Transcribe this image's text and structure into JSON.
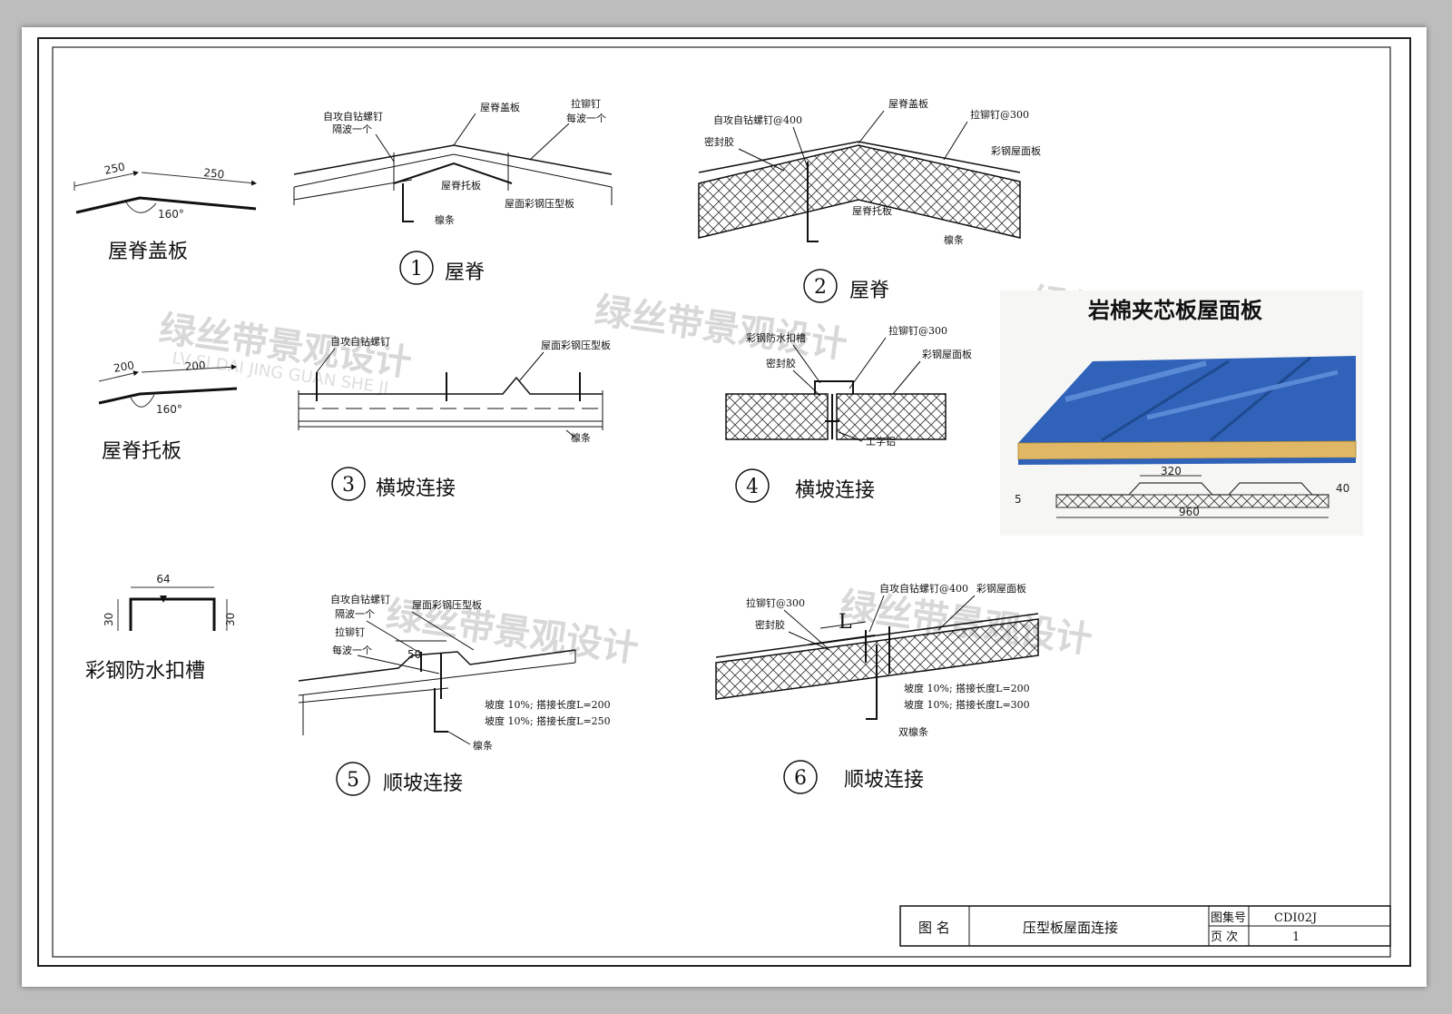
{
  "sheet": {
    "watermark": "绿丝带景观设计",
    "watermark_sub": "LV SI DAI JING GUAN SHE JI"
  },
  "parts": {
    "ridge_cover": {
      "label": "屋脊盖板",
      "dims": [
        "250",
        "250"
      ],
      "angle": "160°"
    },
    "ridge_support": {
      "label": "屋脊托板",
      "dims": [
        "200",
        "200"
      ],
      "angle": "160°"
    },
    "gutter": {
      "label": "彩钢防水扣槽",
      "width": "64",
      "height_left": "30",
      "height_right": "30"
    }
  },
  "details": [
    {
      "num": "1",
      "title": "屋脊",
      "notes": [
        "自攻自钻螺钉",
        "隔波一个",
        "屋脊盖板",
        "拉铆钉",
        "每波一个",
        "屋脊托板",
        "屋面彩钢压型板",
        "檩条"
      ]
    },
    {
      "num": "2",
      "title": "屋脊",
      "notes": [
        "自攻自钻螺钉@400",
        "屋脊盖板",
        "拉铆钉@300",
        "密封胶",
        "彩钢屋面板",
        "屋脊托板",
        "檩条"
      ]
    },
    {
      "num": "3",
      "title": "横坡连接",
      "notes": [
        "自攻自钻螺钉",
        "屋面彩钢压型板",
        "檩条"
      ]
    },
    {
      "num": "4",
      "title": "横坡连接",
      "notes": [
        "彩钢防水扣槽",
        "拉铆钉@300",
        "密封胶",
        "彩钢屋面板",
        "工字铝"
      ]
    },
    {
      "num": "5",
      "title": "顺坡连接",
      "notes": [
        "自攻自钻螺钉",
        "隔波一个",
        "屋面彩钢压型板",
        "拉铆钉",
        "每波一个",
        "50",
        "坡度   10%; 搭接长度L=200",
        "坡度   10%; 搭接长度L=250",
        "檩条"
      ]
    },
    {
      "num": "6",
      "title": "顺坡连接",
      "notes": [
        "自攻自钻螺钉@400",
        "彩钢屋面板",
        "拉铆钉@300",
        "密封胶",
        "L",
        "坡度   10%; 搭接长度L=200",
        "坡度   10%; 搭接长度L=300",
        "双檩条"
      ]
    }
  ],
  "photo": {
    "title": "岩棉夹芯板屋面板",
    "dims": [
      "320",
      "960",
      "40",
      "5"
    ],
    "colors": {
      "panel": "#2f62b8",
      "panel_light": "#5a8ad6",
      "core": "#e0b764"
    }
  },
  "title_block": {
    "name_label": "图 名",
    "name_value": "压型板屋面连接",
    "set_label": "图集号",
    "set_value": "CDI02J",
    "page_label": "页  次",
    "page_value": "1"
  }
}
